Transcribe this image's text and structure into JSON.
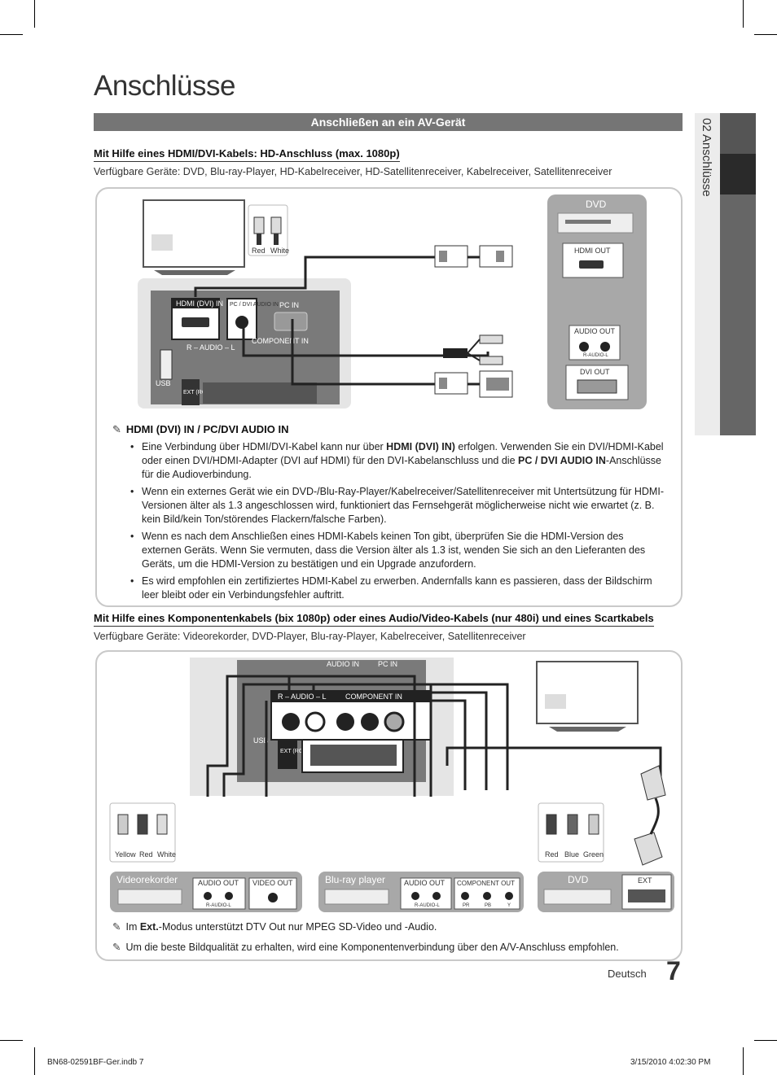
{
  "page": {
    "title": "Anschlüsse",
    "section_bar": "Anschließen an ein AV-Gerät",
    "side_tab_label": "02  Anschlüsse",
    "footer_language": "Deutsch",
    "page_number": "7",
    "slug_left": "BN68-02591BF-Ger.indb   7",
    "slug_right": "3/15/2010   4:02:30 PM"
  },
  "section1": {
    "heading": "Mit Hilfe eines HDMI/DVI-Kabels: HD-Anschluss (max. 1080p)",
    "devices": "Verfügbare Geräte: DVD, Blu-ray-Player, HD-Kabelreceiver, HD-Satellitenreceiver, Kabelreceiver, Satellitenreceiver",
    "diagram": {
      "tv_ports": {
        "hdmi_dvi_in": "HDMI (DVI) IN",
        "pc_dvi_audio_in": "PC / DVI AUDIO IN",
        "pc_in": "PC IN",
        "component_in": "COMPONENT IN",
        "audio": "R – AUDIO – L",
        "usb": "USB",
        "ext_rgb": "EXT (RGB)"
      },
      "audio_plugs": [
        "Red",
        "White"
      ],
      "dvd_box": {
        "label": "DVD",
        "hdmi_out": "HDMI OUT",
        "audio_out": "AUDIO OUT",
        "audio_sub": "R-AUDIO-L",
        "dvi_out": "DVI OUT"
      }
    },
    "note_heading": "HDMI (DVI) IN / PC/DVI AUDIO IN",
    "bullets": [
      {
        "a": "Eine Verbindung über HDMI/DVI-Kabel kann nur über ",
        "b1": "HDMI (DVI) IN)",
        "c": " erfolgen. Verwenden Sie ein DVI/HDMI-Kabel oder einen DVI/HDMI-Adapter (DVI auf HDMI) für den DVI-Kabelanschluss und die ",
        "b2": "PC / DVI AUDIO IN",
        "d": "-Anschlüsse für die Audioverbindung."
      },
      {
        "text": "Wenn ein externes Gerät wie ein DVD-/Blu-Ray-Player/Kabelreceiver/Satellitenreceiver mit Untertsützung für HDMI-Versionen älter als 1.3 angeschlossen wird, funktioniert das Fernsehgerät möglicherweise nicht wie erwartet (z. B. kein Bild/kein Ton/störendes Flackern/falsche Farben)."
      },
      {
        "text": "Wenn es nach dem Anschließen eines HDMI-Kabels keinen Ton gibt, überprüfen Sie die HDMI-Version des externen Geräts. Wenn Sie vermuten, dass die Version älter als 1.3 ist, wenden Sie sich an den Lieferanten des Geräts, um die HDMI-Version zu bestätigen und ein Upgrade anzufordern."
      },
      {
        "text": "Es wird empfohlen ein zertifiziertes HDMI-Kabel zu erwerben. Andernfalls kann es passieren, dass der Bildschirm leer bleibt oder ein Verbindungsfehler auftritt."
      }
    ]
  },
  "section2": {
    "heading": "Mit Hilfe eines Komponentenkabels (bix 1080p) oder eines Audio/Video-Kabels (nur 480i) und eines Scartkabels",
    "devices": "Verfügbare Geräte: Videorekorder, DVD-Player, Blu-ray-Player, Kabelreceiver, Satellitenreceiver",
    "diagram": {
      "tv_ports": {
        "audio": "R – AUDIO – L",
        "component_in": "COMPONENT IN",
        "audio_in": "AUDIO IN",
        "pc_in": "PC IN",
        "usb": "USB",
        "ext_rgb": "EXT (RGB)"
      },
      "left_plugs": [
        "Yellow",
        "Red",
        "White"
      ],
      "right_plugs": [
        "Red",
        "Blue",
        "Green"
      ],
      "devices": [
        {
          "label": "Videorekorder",
          "ports": [
            "AUDIO OUT",
            "VIDEO OUT"
          ],
          "sub": "R-AUDIO-L"
        },
        {
          "label": "Blu-ray player",
          "ports": [
            "AUDIO OUT",
            "COMPONENT OUT"
          ],
          "sub": "R-AUDIO-L",
          "component_sub": [
            "PR",
            "PB",
            "Y"
          ]
        },
        {
          "label": "DVD",
          "ports": [
            "EXT"
          ]
        }
      ]
    },
    "notes": [
      {
        "a": "Im ",
        "b": "Ext.",
        "c": "-Modus unterstützt DTV Out nur MPEG SD-Video und -Audio."
      },
      {
        "text": "Um die beste Bildqualität zu erhalten, wird eine Komponentenverbindung über den A/V-Anschluss empfohlen."
      }
    ]
  }
}
